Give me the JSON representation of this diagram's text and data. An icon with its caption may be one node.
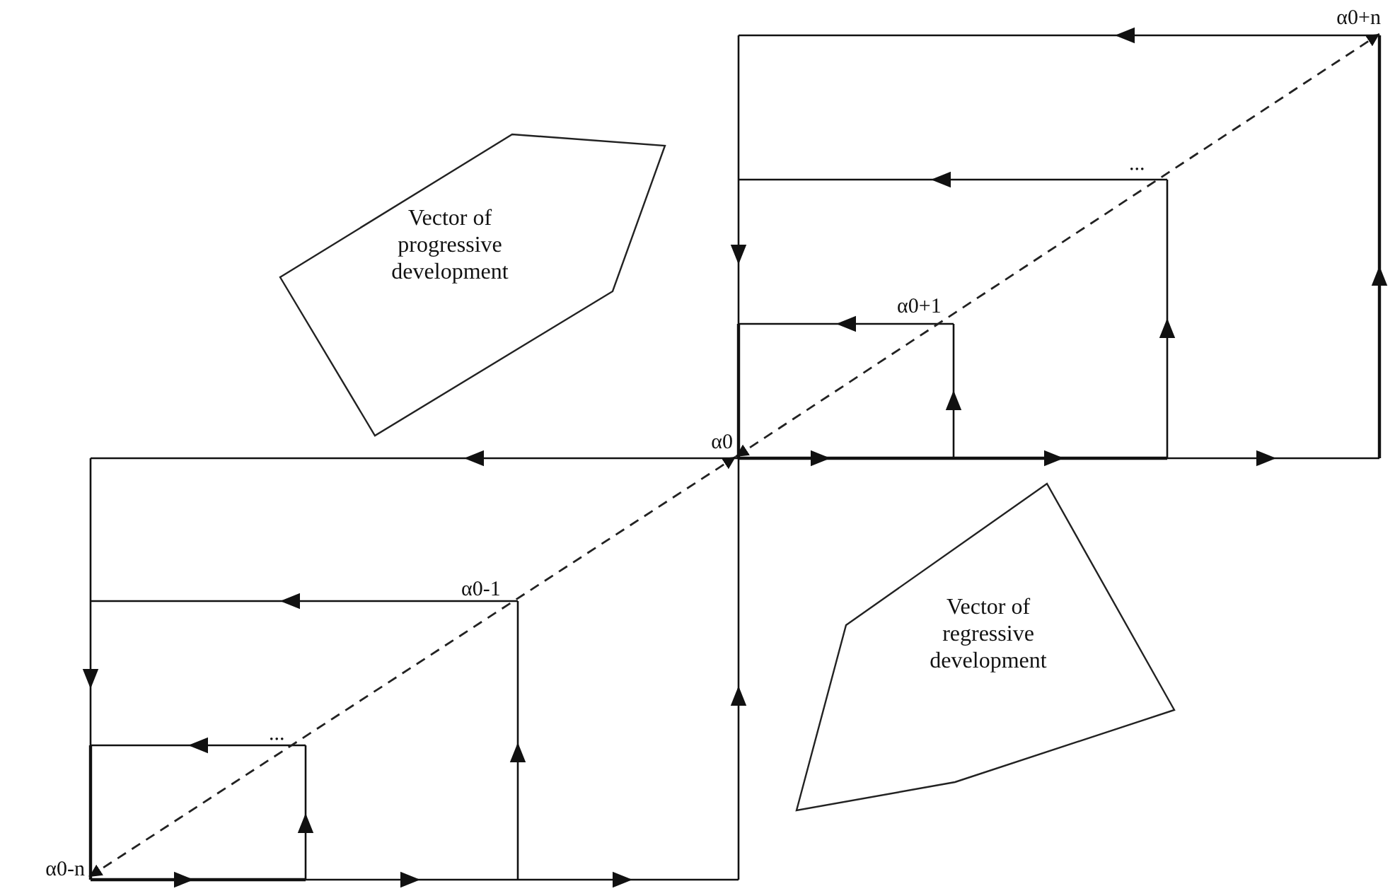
{
  "diagram": {
    "nodes": [
      {
        "text": [
          "Vector of progressive development"
        ]
      },
      {
        "text": [
          "α0+n"
        ]
      },
      {
        "text": [
          "α0"
        ]
      },
      {
        "text": [
          "Vector of regressive development"
        ]
      },
      {
        "text": [
          "α0-n"
        ]
      }
    ],
    "edges": [
      {
        "from": 4,
        "to": 2,
        "arrow": "both",
        "style": "dashed"
      },
      {
        "from": 2,
        "to": 1,
        "arrow": "both",
        "style": "dashed"
      }
    ],
    "labels": [
      "...",
      "α0+1",
      "α0-1",
      "..."
    ]
  }
}
